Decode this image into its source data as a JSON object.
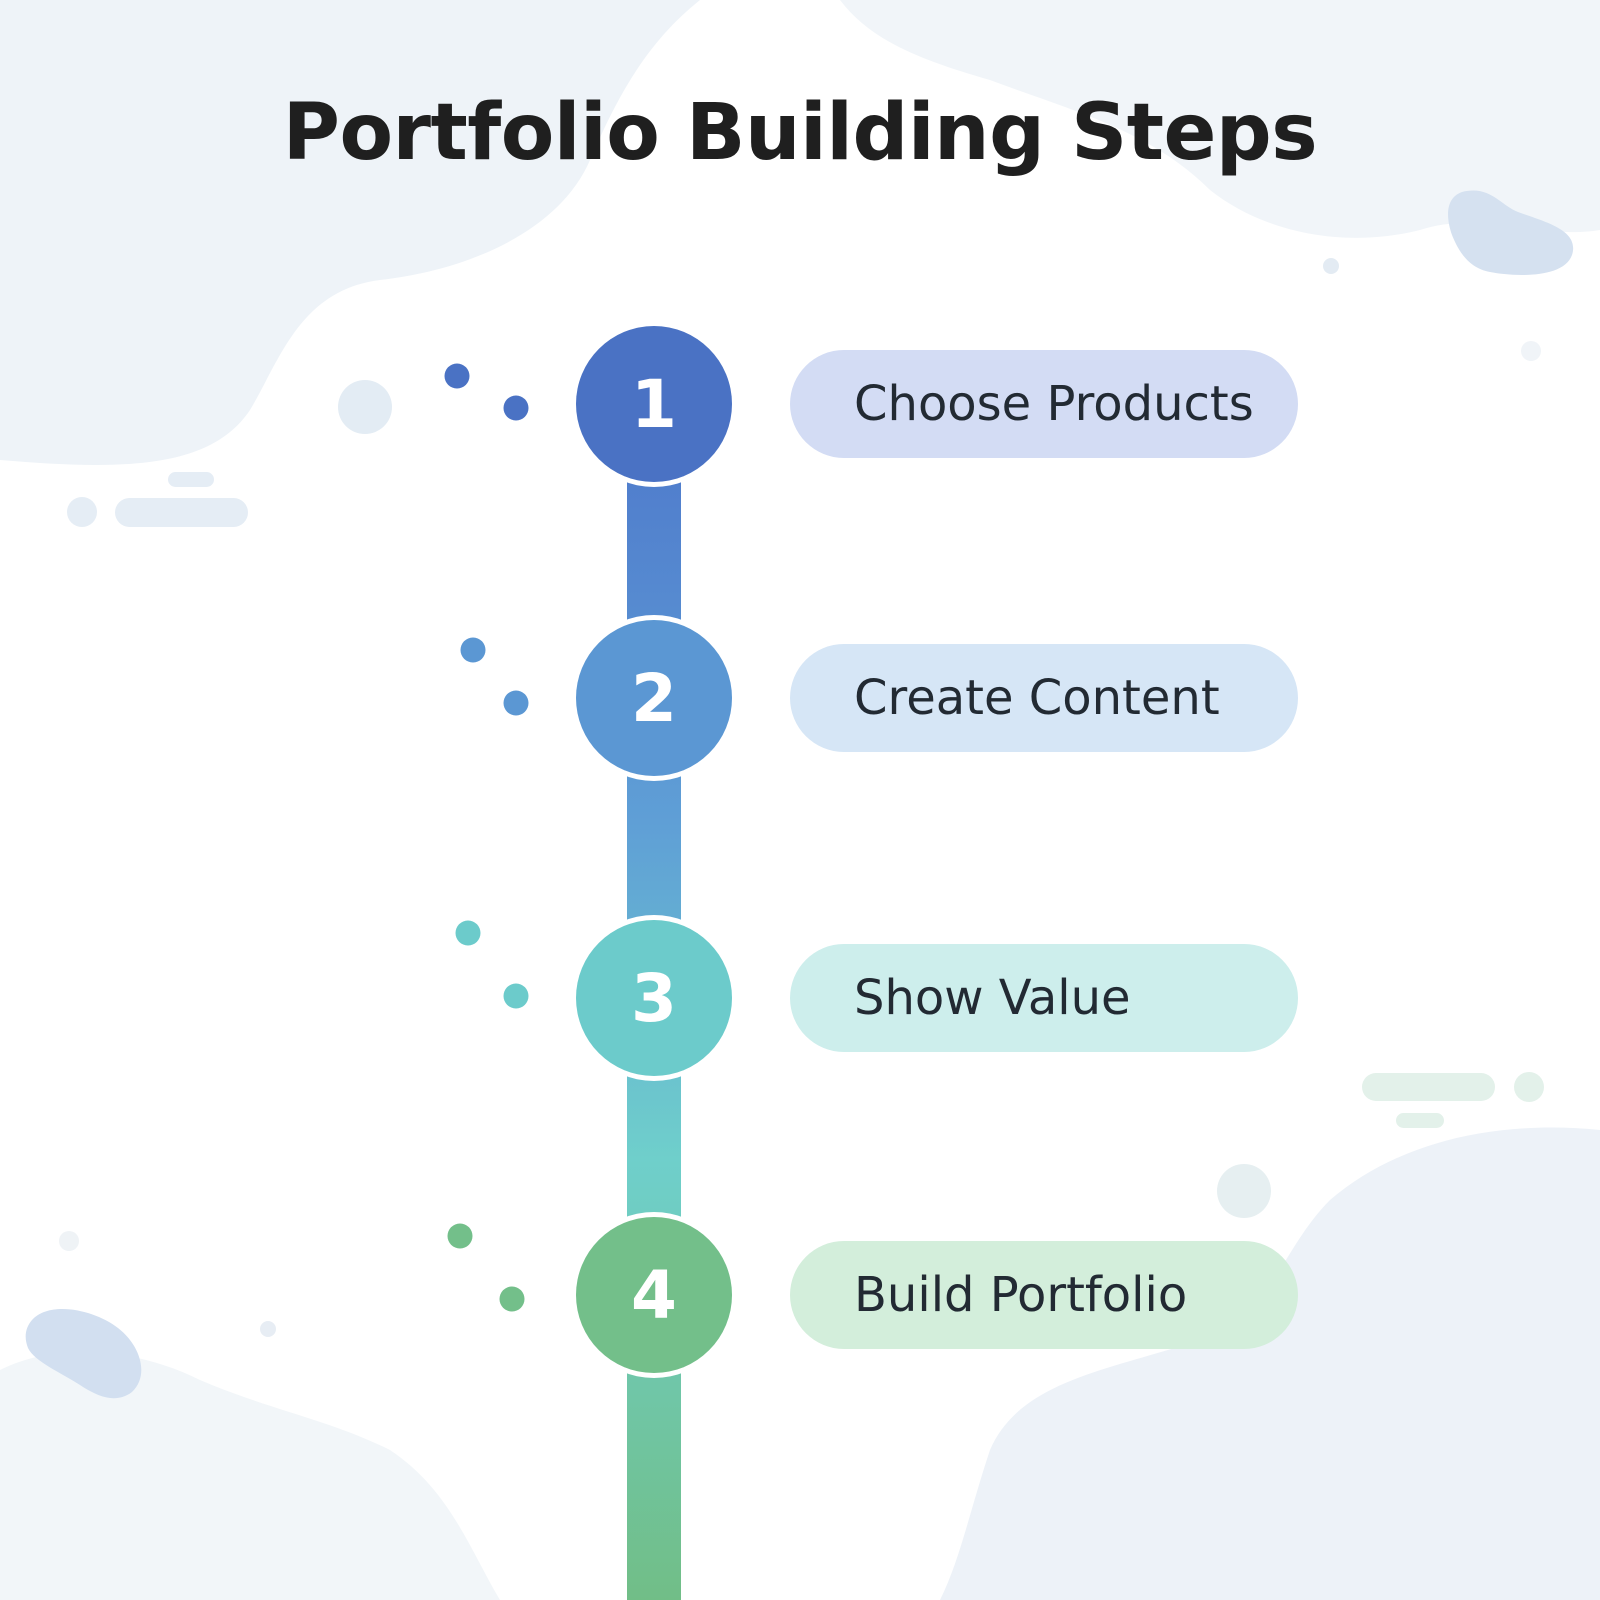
{
  "title": "Portfolio Building Steps",
  "colors": {
    "step1": "#4a72c4",
    "step2": "#5b97d3",
    "step3": "#6ccbcb",
    "step4": "#73bf8a",
    "pill1": "#d3dcf4",
    "pill2": "#d6e6f6",
    "pill3": "#cdeeec",
    "pill4": "#d3eedb",
    "blob": "#e8eff6"
  },
  "steps": [
    {
      "number": "1",
      "label": "Choose Products"
    },
    {
      "number": "2",
      "label": "Create Content"
    },
    {
      "number": "3",
      "label": "Show Value"
    },
    {
      "number": "4",
      "label": "Build Portfolio"
    }
  ]
}
